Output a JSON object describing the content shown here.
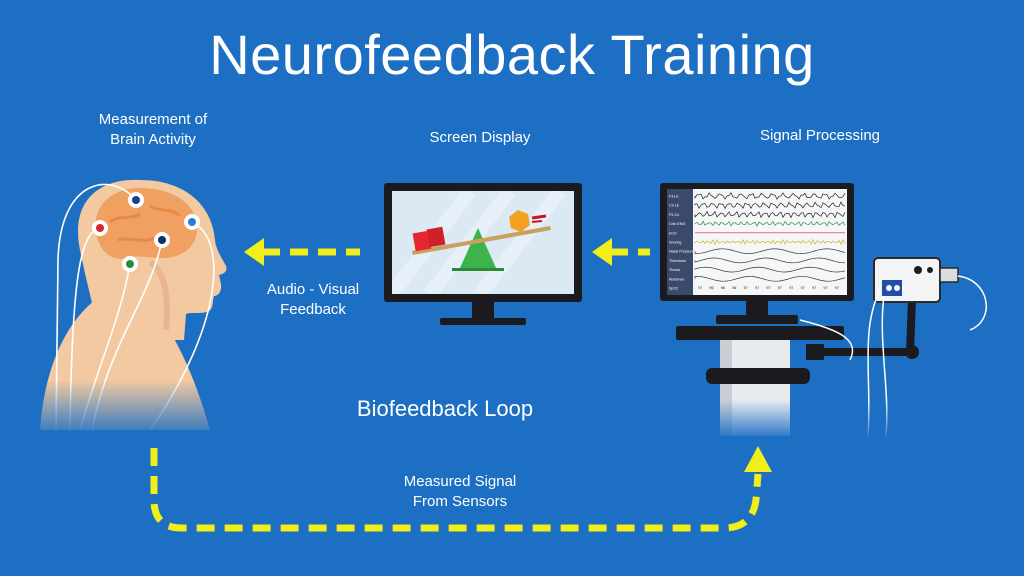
{
  "title": "Neurofeedback Training",
  "labels": {
    "measurement": [
      "Measurement of",
      "Brain Activity"
    ],
    "screen_display": "Screen Display",
    "signal_processing": "Signal Processing",
    "feedback": [
      "Audio - Visual",
      "Feedback"
    ],
    "loop": "Biofeedback Loop",
    "measured_signal": [
      "Measured Signal",
      "From Sensors"
    ]
  },
  "channels": [
    "F3-LE",
    "C3-LE",
    "P3-O1",
    "Chin EMG",
    "ECG",
    "Snoring",
    "Nasal Pressure",
    "Thermistor",
    "Thorax",
    "Abdomen",
    "SpO2"
  ],
  "spo2_values": [
    "97",
    "96",
    "96",
    "96",
    "97",
    "97",
    "97",
    "97",
    "97",
    "97",
    "97",
    "97",
    "97"
  ],
  "colors": {
    "background": "#1d6fc4",
    "arrow": "#f2ee1a",
    "skin": "#f2c9a0",
    "brain": "#f0a060",
    "screen": "#dbe9f5",
    "triangle": "#3cb44b",
    "red_block": "#e8262f",
    "hexagon": "#f4a020",
    "plank": "#c8a060"
  }
}
